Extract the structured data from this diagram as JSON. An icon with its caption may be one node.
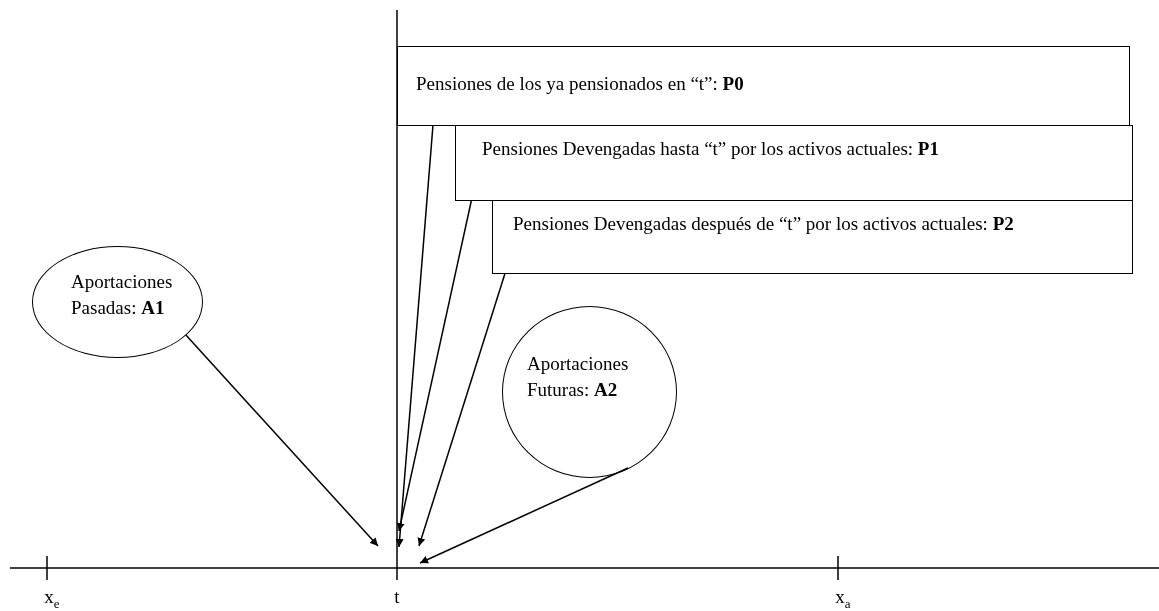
{
  "diagram": {
    "nodes": [
      {
        "text": [
          "Pensiones de los ya pensionados en “t”: **P0**"
        ]
      },
      {
        "text": [
          "Pensiones Devengadas hasta “t” por los activos actuales: **P1**"
        ]
      },
      {
        "text": [
          "Pensiones Devengadas después de “t” por los activos actuales: **P2**"
        ]
      },
      {
        "text": [
          "Aportaciones Pasadas: **A1**"
        ]
      },
      {
        "text": [
          "Aportaciones Futuras: **A2**"
        ]
      },
      {
        "text": [],
        "shape": "line",
        "beside": [
          "x$_{e}$",
          "t",
          "x$_{a}$"
        ]
      }
    ],
    "edges": [
      {
        "from": 0,
        "to": 5,
        "arrow": "to"
      },
      {
        "from": 1,
        "to": 5,
        "arrow": "to"
      },
      {
        "from": 2,
        "to": 5,
        "arrow": "to"
      },
      {
        "from": 3,
        "to": 5,
        "arrow": "to"
      },
      {
        "from": 4,
        "to": 5,
        "arrow": "to"
      }
    ]
  }
}
